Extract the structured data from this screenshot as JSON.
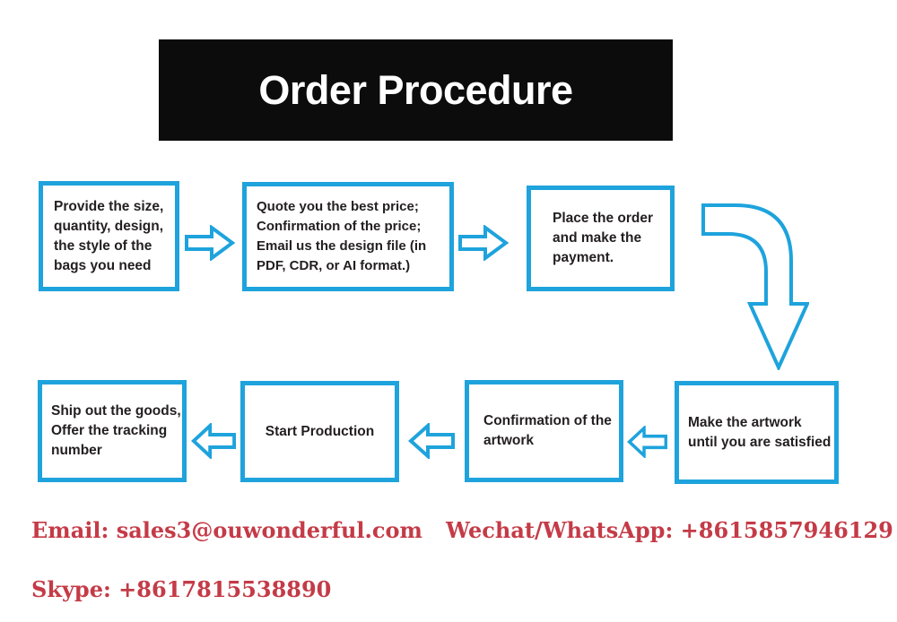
{
  "banner": {
    "title": "Order Procedure"
  },
  "colors": {
    "accent_blue": "#1ea3dc",
    "contact_red": "#c43b47",
    "banner_bg": "#0c0c0c",
    "banner_text": "#ffffff",
    "box_text": "#231f20"
  },
  "steps": {
    "provide": {
      "text": "Provide the size,\nquantity, design,\nthe style of the\nbags you need"
    },
    "quote": {
      "text": "Quote you the best price;\nConfirmation of the price;\nEmail us the design file (in\nPDF, CDR, or AI format.)"
    },
    "order": {
      "text": "Place the order\nand make the\npayment."
    },
    "artwork": {
      "text": "Make the artwork\nuntil you are satisfied"
    },
    "confirm_artwork": {
      "text": "Confirmation of the\nartwork"
    },
    "production": {
      "text": "Start Production"
    },
    "ship": {
      "text": "Ship out the goods,\nOffer the tracking\nnumber"
    }
  },
  "icons": {
    "flow_arrows": [
      "arrow-right-icon",
      "arrow-right-icon",
      "arrow-bend-down-icon",
      "arrow-left-icon",
      "arrow-left-icon",
      "arrow-left-icon"
    ]
  },
  "contacts": {
    "email": "Email: sales3@ouwonderful.com",
    "wechat": "Wechat/WhatsApp: +8615857946129",
    "skype": "Skype: +8617815538890"
  }
}
